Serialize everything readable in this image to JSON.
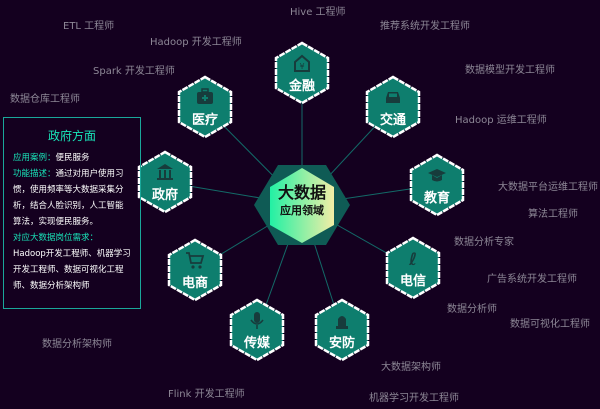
{
  "center": {
    "title": "大数据",
    "subtitle": "应用领域"
  },
  "nodes": [
    {
      "label": "金融",
      "icon": "bank-house-yen-icon"
    },
    {
      "label": "交通",
      "icon": "car-icon"
    },
    {
      "label": "教育",
      "icon": "graduation-cap-icon"
    },
    {
      "label": "电信",
      "icon": "telecom-logo-icon"
    },
    {
      "label": "安防",
      "icon": "alarm-light-icon"
    },
    {
      "label": "传媒",
      "icon": "microphone-icon"
    },
    {
      "label": "电商",
      "icon": "shopping-cart-icon"
    },
    {
      "label": "政府",
      "icon": "government-building-icon"
    },
    {
      "label": "医疗",
      "icon": "medical-kit-icon"
    }
  ],
  "panel": {
    "title": "政府方面",
    "case_label": "应用案例：",
    "case_value": "便民服务",
    "desc_label": "功能描述：",
    "desc_value": "通过对用户使用习惯，使用频率等大数据采集分析，结合人脸识别，人工智能算法，实现便民服务。",
    "jobs_label": "对应大数据岗位需求：",
    "jobs_value": "Hadoop开发工程师、机器学习开发工程师、数据可视化工程师、数据分析架构师"
  },
  "jobs": [
    "ETL 工程师",
    "Hive 工程师",
    "Hadoop 开发工程师",
    "推荐系统开发工程师",
    "Spark 开发工程师",
    "数据模型开发工程师",
    "数据仓库工程师",
    "Hadoop 运维工程师",
    "大数据平台运维工程师",
    "算法工程师",
    "数据分析专家",
    "广告系统开发工程师",
    "数据分析师",
    "数据可视化工程师",
    "数据分析架构师",
    "大数据架构师",
    "Flink 开发工程师",
    "机器学习开发工程师"
  ],
  "colors": {
    "background": "#14001f",
    "node": "#0e7e6e",
    "accent": "#19e3b8"
  }
}
